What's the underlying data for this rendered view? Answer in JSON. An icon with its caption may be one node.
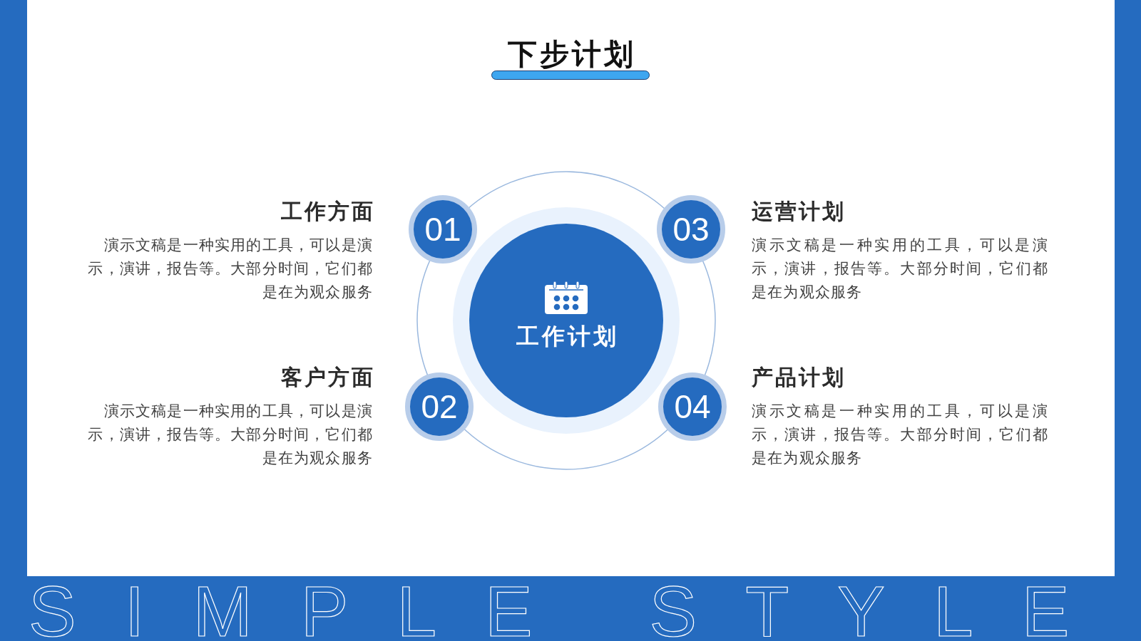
{
  "diagram": {
    "title": "下步计划",
    "nodes": [
      {
        "text": [
          "01"
        ],
        "beside": [
          "工作方面",
          "演示文稿是一种实用的工具，可以是演示，演讲，报告等。大部分时间，它们都是在为观众服务"
        ]
      },
      {
        "text": [
          "03"
        ],
        "beside": [
          "运营计划",
          "演示文稿是一种实用的工具，可以是演示，演讲，报告等。大部分时间，它们都是在为观众服务"
        ]
      },
      {
        "text": [
          "工作计划"
        ]
      },
      {
        "text": [
          "02"
        ],
        "beside": [
          "客户方面",
          "演示文稿是一种实用的工具，可以是演示，演讲，报告等。大部分时间，它们都是在为观众服务"
        ]
      },
      {
        "text": [
          "04"
        ],
        "beside": [
          "产品计划",
          "演示文稿是一种实用的工具，可以是演示，演讲，报告等。大部分时间，它们都是在为观众服务"
        ]
      }
    ],
    "labels": [
      "SIMPLE STYLE"
    ]
  }
}
